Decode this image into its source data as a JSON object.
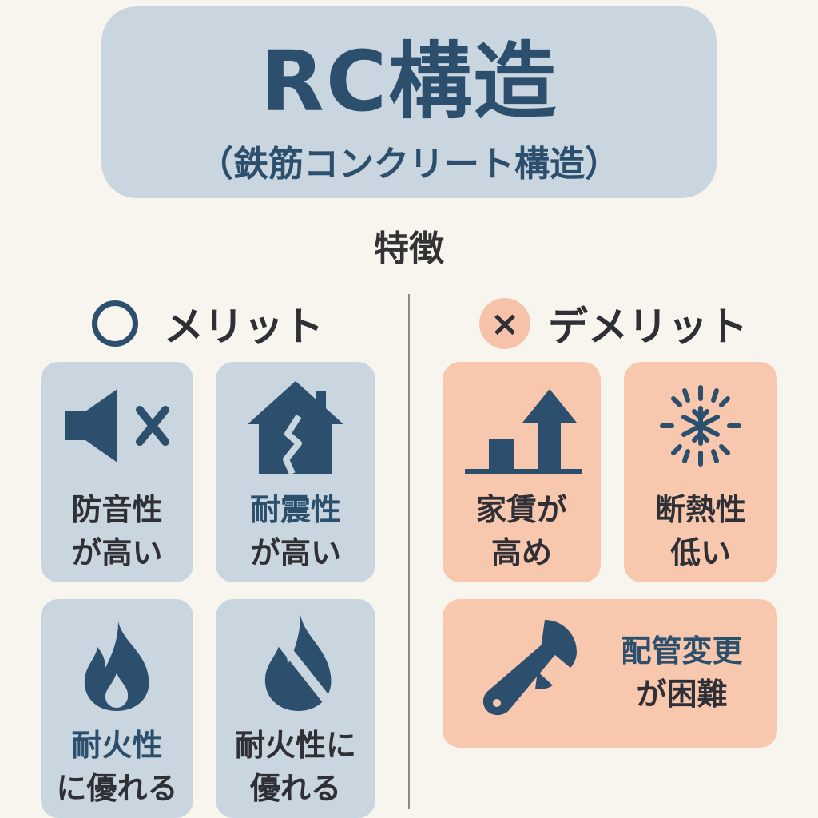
{
  "title": {
    "main": "RC構造",
    "sub": "（鉄筋コンクリート構造）"
  },
  "section_title": "特徴",
  "merit": {
    "heading": "メリット",
    "cards": [
      {
        "line1": "防音性",
        "line2": "が高い",
        "icon": "muted-speaker-icon"
      },
      {
        "line1": "耐震性",
        "line2": "が高い",
        "icon": "cracked-house-icon"
      },
      {
        "line1": "耐火性",
        "line2": "に優れる",
        "icon": "flame-icon"
      },
      {
        "line1": "耐火性に",
        "line2": "優れる",
        "icon": "no-fire-icon"
      }
    ]
  },
  "demerit": {
    "heading": "デメリット",
    "mark": "×",
    "cards": [
      {
        "line1": "家賃が",
        "line2": "高め",
        "icon": "rising-arrow-icon"
      },
      {
        "line1": "断熱性",
        "line2": "低い",
        "icon": "snowflake-icon"
      },
      {
        "line1": "配管変更",
        "line2": "が困難",
        "icon": "wrench-icon"
      }
    ]
  },
  "colors": {
    "navy": "#2c4f6e",
    "light_blue": "#c9d6df",
    "peach": "#f8c8ae",
    "background": "#f8f5ef"
  }
}
